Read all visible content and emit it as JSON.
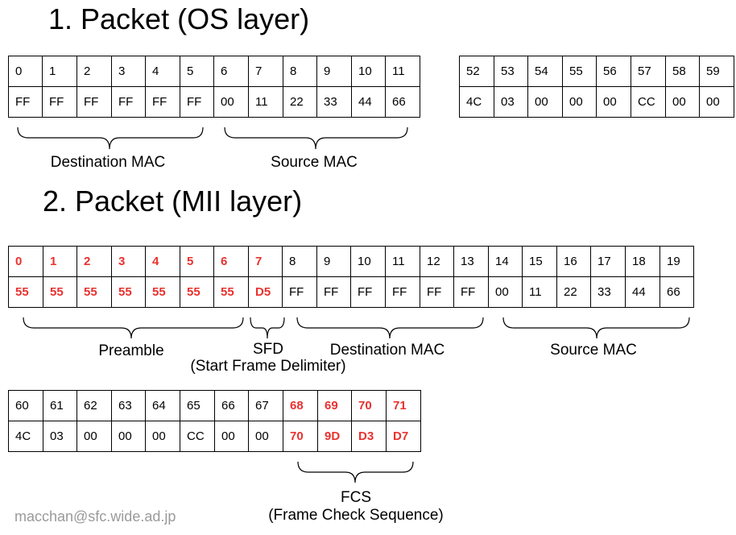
{
  "title_os": "1. Packet (OS layer)",
  "title_mii": "2. Packet (MII layer)",
  "tables": [
    {
      "id": "t1a",
      "name": "os-packet-table-bytes-0-11",
      "cells": [
        {
          "index": "0",
          "value": "FF",
          "hl": false
        },
        {
          "index": "1",
          "value": "FF",
          "hl": false
        },
        {
          "index": "2",
          "value": "FF",
          "hl": false
        },
        {
          "index": "3",
          "value": "FF",
          "hl": false
        },
        {
          "index": "4",
          "value": "FF",
          "hl": false
        },
        {
          "index": "5",
          "value": "FF",
          "hl": false
        },
        {
          "index": "6",
          "value": "00",
          "hl": false
        },
        {
          "index": "7",
          "value": "11",
          "hl": false
        },
        {
          "index": "8",
          "value": "22",
          "hl": false
        },
        {
          "index": "9",
          "value": "33",
          "hl": false
        },
        {
          "index": "10",
          "value": "44",
          "hl": false
        },
        {
          "index": "11",
          "value": "66",
          "hl": false
        }
      ]
    },
    {
      "id": "t1b",
      "name": "os-packet-table-bytes-52-59",
      "cells": [
        {
          "index": "52",
          "value": "4C",
          "hl": false
        },
        {
          "index": "53",
          "value": "03",
          "hl": false
        },
        {
          "index": "54",
          "value": "00",
          "hl": false
        },
        {
          "index": "55",
          "value": "00",
          "hl": false
        },
        {
          "index": "56",
          "value": "00",
          "hl": false
        },
        {
          "index": "57",
          "value": "CC",
          "hl": false
        },
        {
          "index": "58",
          "value": "00",
          "hl": false
        },
        {
          "index": "59",
          "value": "00",
          "hl": false
        }
      ]
    },
    {
      "id": "t2a",
      "name": "mii-packet-table-bytes-0-19",
      "cells": [
        {
          "index": "0",
          "value": "55",
          "hl": true
        },
        {
          "index": "1",
          "value": "55",
          "hl": true
        },
        {
          "index": "2",
          "value": "55",
          "hl": true
        },
        {
          "index": "3",
          "value": "55",
          "hl": true
        },
        {
          "index": "4",
          "value": "55",
          "hl": true
        },
        {
          "index": "5",
          "value": "55",
          "hl": true
        },
        {
          "index": "6",
          "value": "55",
          "hl": true
        },
        {
          "index": "7",
          "value": "D5",
          "hl": true
        },
        {
          "index": "8",
          "value": "FF",
          "hl": false
        },
        {
          "index": "9",
          "value": "FF",
          "hl": false
        },
        {
          "index": "10",
          "value": "FF",
          "hl": false
        },
        {
          "index": "11",
          "value": "FF",
          "hl": false
        },
        {
          "index": "12",
          "value": "FF",
          "hl": false
        },
        {
          "index": "13",
          "value": "FF",
          "hl": false
        },
        {
          "index": "14",
          "value": "00",
          "hl": false
        },
        {
          "index": "15",
          "value": "11",
          "hl": false
        },
        {
          "index": "16",
          "value": "22",
          "hl": false
        },
        {
          "index": "17",
          "value": "33",
          "hl": false
        },
        {
          "index": "18",
          "value": "44",
          "hl": false
        },
        {
          "index": "19",
          "value": "66",
          "hl": false
        }
      ]
    },
    {
      "id": "t2b",
      "name": "mii-packet-table-bytes-60-71",
      "cells": [
        {
          "index": "60",
          "value": "4C",
          "hl": false
        },
        {
          "index": "61",
          "value": "03",
          "hl": false
        },
        {
          "index": "62",
          "value": "00",
          "hl": false
        },
        {
          "index": "63",
          "value": "00",
          "hl": false
        },
        {
          "index": "64",
          "value": "00",
          "hl": false
        },
        {
          "index": "65",
          "value": "CC",
          "hl": false
        },
        {
          "index": "66",
          "value": "00",
          "hl": false
        },
        {
          "index": "67",
          "value": "00",
          "hl": false
        },
        {
          "index": "68",
          "value": "70",
          "hl": true
        },
        {
          "index": "69",
          "value": "9D",
          "hl": true
        },
        {
          "index": "70",
          "value": "D3",
          "hl": true
        },
        {
          "index": "71",
          "value": "D7",
          "hl": true
        }
      ]
    }
  ],
  "labels": {
    "os_destination_mac": "Destination MAC",
    "os_source_mac": "Source MAC",
    "preamble": "Preamble",
    "sfd": "SFD",
    "sfd_full": "(Start Frame Delimiter)",
    "mii_destination_mac": "Destination MAC",
    "mii_source_mac": "Source MAC",
    "fcs": "FCS",
    "fcs_full": "(Frame Check Sequence)"
  },
  "footer": "macchan@sfc.wide.ad.jp",
  "colors": {
    "highlight": "#e8322f",
    "footer": "#9a9a9a",
    "line": "#000000"
  }
}
